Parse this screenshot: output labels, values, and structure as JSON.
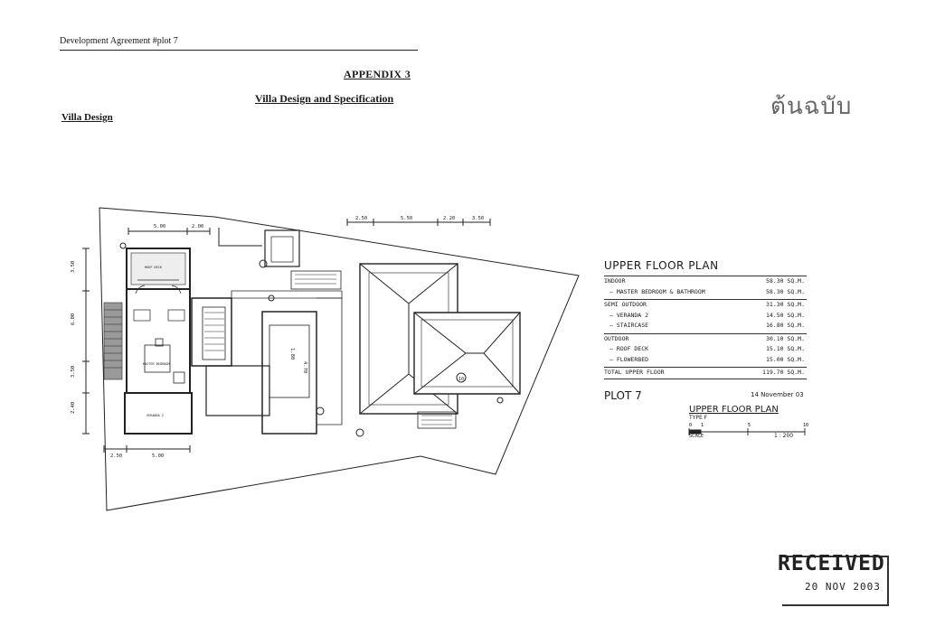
{
  "header": {
    "running_head": "Development Agreement #plot 7",
    "appendix": "APPENDIX 3",
    "subtitle": "Villa Design and Specification",
    "section": "Villa Design",
    "thai_mark": "ต้นฉบับ"
  },
  "floor_plan": {
    "dims_top_left": [
      "5.00",
      "2.00"
    ],
    "dims_top_right": [
      "2.50",
      "5.50",
      "2.20",
      "3.50"
    ],
    "dims_left": [
      "3.50",
      "6.00",
      "3.50",
      "2.40"
    ],
    "dims_bottom": [
      "2.50",
      "5.00"
    ],
    "inner_dims": [
      "1.80",
      "4.70"
    ],
    "room_labels": [
      "ROOF DECK",
      "MASTER BEDROOM",
      "VERANDA 2"
    ],
    "marker": "10"
  },
  "area_table": {
    "title": "UPPER FLOOR PLAN",
    "rows": [
      {
        "label": "INDOOR",
        "value": "58.30  SQ.M.",
        "kind": "sec"
      },
      {
        "label": "– MASTER BEDROOM & BATHROOM",
        "value": "58.30  SQ.M.",
        "kind": "ind"
      },
      {
        "label": "SEMI OUTDOOR",
        "value": "31.30  SQ.M.",
        "kind": "sec"
      },
      {
        "label": "– VERANDA 2",
        "value": "14.50  SQ.M.",
        "kind": "ind"
      },
      {
        "label": "– STAIRCASE",
        "value": "16.80  SQ.M.",
        "kind": "ind"
      },
      {
        "label": "OUTDOOR",
        "value": "30.10  SQ.M.",
        "kind": "sec"
      },
      {
        "label": "– ROOF DECK",
        "value": "15.10  SQ.M.",
        "kind": "ind"
      },
      {
        "label": "– FLOWERBED",
        "value": "15.00  SQ.M.",
        "kind": "ind"
      },
      {
        "label": "TOTAL  UPPER  FLOOR",
        "value": "119.70  SQ.M.",
        "kind": "total"
      }
    ],
    "plot": "PLOT 7",
    "date": "14 November 03",
    "subtitle": "UPPER  FLOOR PLAN",
    "type": "TYPE F",
    "scale_label": "SCALE",
    "scale_ticks": [
      "0",
      "1",
      "5",
      "10"
    ],
    "scale_ratio": "1  :  200"
  },
  "stamp": {
    "text": "RECEIVED",
    "date": "20 NOV 2003"
  }
}
